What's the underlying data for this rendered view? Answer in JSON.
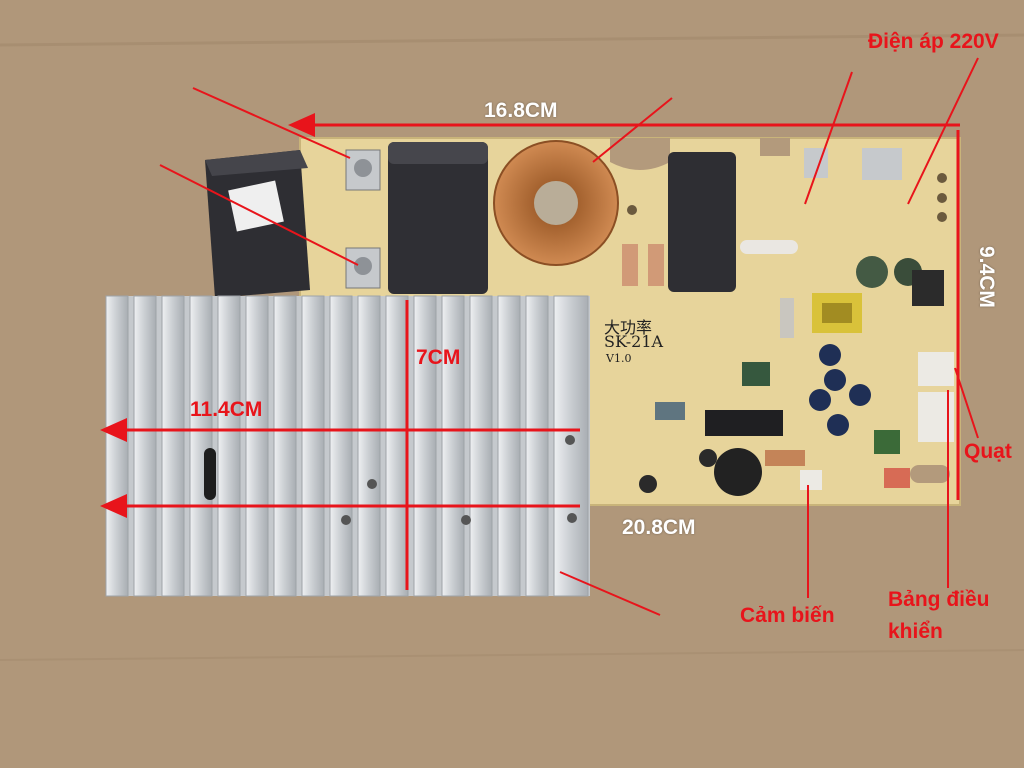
{
  "labels": {
    "length_top": "16.8CM",
    "width_right": "9.4CM",
    "heatsink_height": "7CM",
    "heatsink_length": "11.4CM",
    "length_bottom": "20.8CM",
    "voltage": "Điện áp 220V",
    "fan": "Quạt",
    "sensor": "Cảm biến",
    "control_panel_line1": "Bảng điều",
    "control_panel_line2": "khiển"
  },
  "board_silkscreen": {
    "chinese": "大功率",
    "model": "SK-21A",
    "version": "V1.0"
  },
  "colors": {
    "cardboard": "#b39a7c",
    "pcb": "#e7d49b",
    "heatsink": "#d3d7da",
    "annotation_red": "#e8141b",
    "copper_coil": "#c47a45",
    "capacitor_black": "#2e2e33"
  }
}
